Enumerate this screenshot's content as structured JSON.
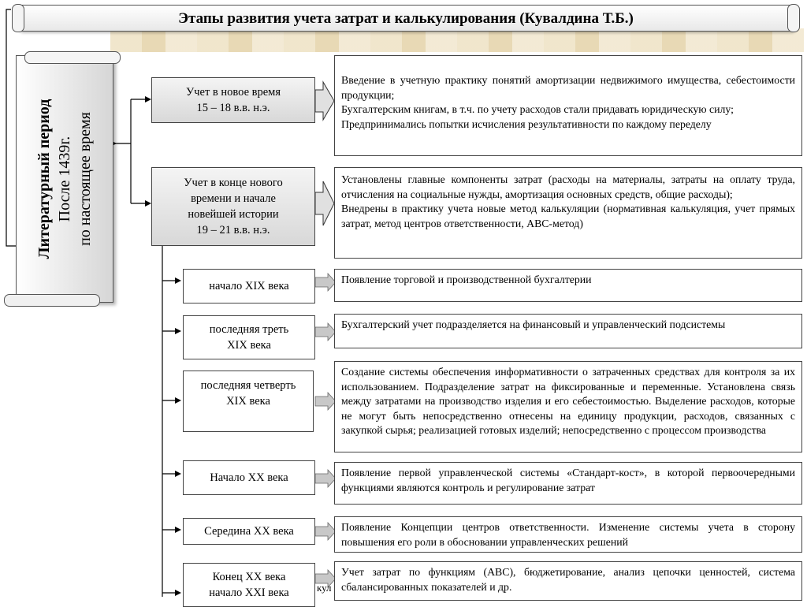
{
  "title": "Этапы развития учета затрат и калькулирования (Кувалдина Т.Б.)",
  "period": {
    "label": "Литературный период",
    "line1": "После 1439г.",
    "line2": "по настоящее время"
  },
  "stages": [
    {
      "label_lines": [
        "Учет в новое время",
        "15 – 18 в.в. н.э."
      ],
      "description": [
        "Введение в учетную практику понятий амортизации недвижимого имущества, себестоимости продукции;",
        "Бухгалтерским книгам, в т.ч. по учету расходов стали придавать юридическую силу;",
        "Предпринимались попытки исчисления результативности по каждому переделу"
      ]
    },
    {
      "label_lines": [
        "Учет в конце нового",
        "времени и начале",
        "новейшей истории",
        "19 – 21 в.в. н.э."
      ],
      "description": [
        "Установлены главные компоненты затрат (расходы на материалы, затраты на оплату труда,  отчисления на социальные нужды, амортизация основных средств, общие расходы);",
        "Внедрены в практику учета новые метод калькуляции (нормативная калькуляция, учет прямых затрат,  метод центров ответственности, АВС-метод)"
      ]
    }
  ],
  "substages": [
    {
      "label_lines": [
        "начало XIX века"
      ],
      "description": "Появление торговой и производственной бухгалтерии"
    },
    {
      "label_lines": [
        "последняя треть",
        "XIX века"
      ],
      "description": "Бухгалтерский учет подразделяется на финансовый и управленческий подсистемы"
    },
    {
      "label_lines": [
        "последняя четверть",
        "XIX века"
      ],
      "description": "Создание системы обеспечения информативности о затраченных средствах для контроля за их использованием. Подразделение затрат на фиксированные и переменные. Установлена связь между затратами на производство изделия и его себестоимостью. Выделение расходов, которые не могут быть непосредственно отнесены на единицу продукции, расходов, связанных с закупкой сырья; реализацией готовых изделий; непосредственно с процессом производства"
    },
    {
      "label_lines": [
        "Начало XX века"
      ],
      "description": "Появление первой управленческой системы «Стандарт-кост», в которой первоочередными функциями являются контроль и регулирование затрат"
    },
    {
      "label_lines": [
        "Середина XX века"
      ],
      "description": "Появление Концепции центров ответственности. Изменение системы учета в сторону повышения его роли в обосновании управленческих решений"
    },
    {
      "label_lines": [
        "Конец XX века",
        "начало XXI века"
      ],
      "description": "Учет затрат по функциям (АВС), бюджетирование, анализ цепочки ценностей, система сбалансированных показателей и др."
    }
  ],
  "stray_text": "кул",
  "colors": {
    "box_border": "#444444",
    "box_fill_top": "#f4f4f4",
    "box_fill_bottom": "#d8d8d8",
    "arrow_fill": "#c8c8c8",
    "map_tone": "#e6d5ad"
  }
}
